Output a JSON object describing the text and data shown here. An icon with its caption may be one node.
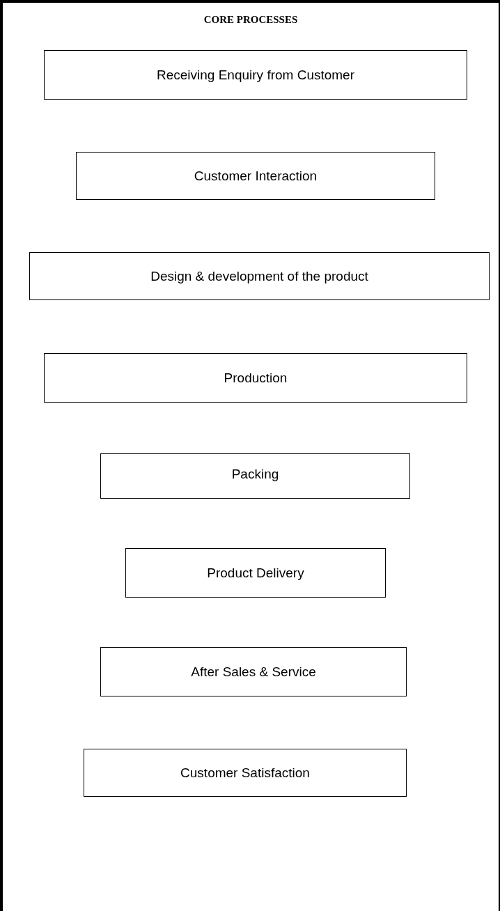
{
  "diagram": {
    "nodes": [
      {
        "text": [
          "CORE PROCESSES"
        ]
      },
      {
        "text": [
          "Receiving Enquiry from Customer"
        ],
        "in": 0
      },
      {
        "text": [
          "Customer Interaction"
        ],
        "in": 0
      },
      {
        "text": [
          "Design & development of the product"
        ],
        "in": 0
      },
      {
        "text": [
          "Production"
        ],
        "in": 0
      },
      {
        "text": [
          "Packing"
        ],
        "in": 0
      },
      {
        "text": [
          "Product Delivery"
        ],
        "in": 0
      },
      {
        "text": [
          "After Sales & Service"
        ],
        "in": 0
      },
      {
        "text": [
          "Customer Satisfaction"
        ],
        "in": 0
      }
    ]
  }
}
